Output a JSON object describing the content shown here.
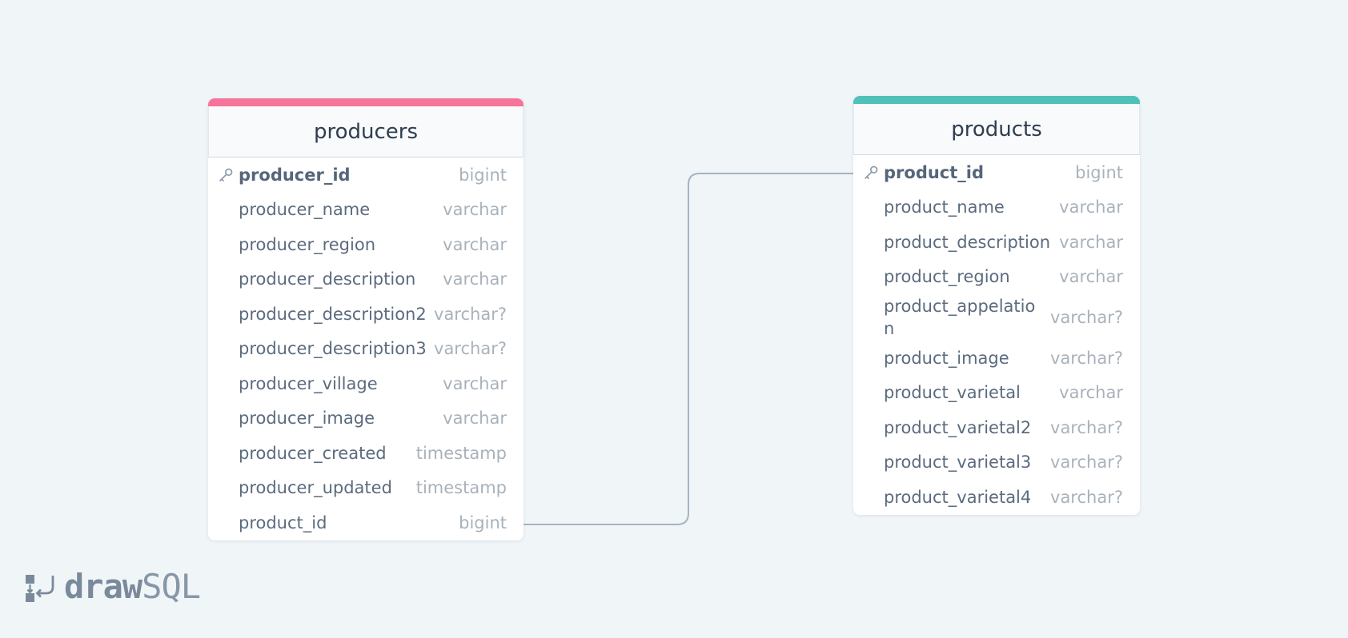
{
  "colors": {
    "background": "#f0f5f8",
    "producers_accent": "#f6739a",
    "products_accent": "#4fc1b8",
    "connector": "#a5b3c4"
  },
  "tables": {
    "producers": {
      "name": "producers",
      "columns": [
        {
          "name": "producer_id",
          "type": "bigint",
          "primary_key": true
        },
        {
          "name": "producer_name",
          "type": "varchar"
        },
        {
          "name": "producer_region",
          "type": "varchar"
        },
        {
          "name": "producer_description",
          "type": "varchar"
        },
        {
          "name": "producer_description2",
          "type": "varchar?"
        },
        {
          "name": "producer_description3",
          "type": "varchar?"
        },
        {
          "name": "producer_village",
          "type": "varchar"
        },
        {
          "name": "producer_image",
          "type": "varchar"
        },
        {
          "name": "producer_created",
          "type": "timestamp"
        },
        {
          "name": "producer_updated",
          "type": "timestamp"
        },
        {
          "name": "product_id",
          "type": "bigint"
        }
      ]
    },
    "products": {
      "name": "products",
      "columns": [
        {
          "name": "product_id",
          "type": "bigint",
          "primary_key": true
        },
        {
          "name": "product_name",
          "type": "varchar"
        },
        {
          "name": "product_description",
          "type": "varchar"
        },
        {
          "name": "product_region",
          "type": "varchar"
        },
        {
          "name": "product_appelation",
          "type": "varchar?"
        },
        {
          "name": "product_image",
          "type": "varchar?"
        },
        {
          "name": "product_varietal",
          "type": "varchar"
        },
        {
          "name": "product_varietal2",
          "type": "varchar?"
        },
        {
          "name": "product_varietal3",
          "type": "varchar?"
        },
        {
          "name": "product_varietal4",
          "type": "varchar?"
        }
      ]
    }
  },
  "relationship": {
    "from": "producers.product_id",
    "to": "products.product_id"
  },
  "logo": {
    "brand_bold": "draw",
    "brand_light": "SQL"
  }
}
